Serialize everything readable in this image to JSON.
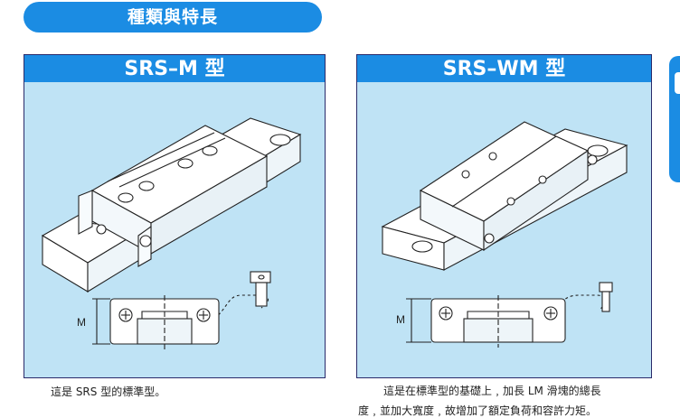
{
  "header": {
    "title": "種類與特長"
  },
  "panels": {
    "left": {
      "title": "SRS–M 型",
      "dimension_label": "M",
      "caption": "這是 SRS 型的標準型。"
    },
    "right": {
      "title": "SRS–WM 型",
      "dimension_label": "M",
      "caption_line1": "這是在標準型的基礎上﹐加長 LM 滑塊的總長",
      "caption_line2": "度﹐並加大寬度﹐故增加了額定負荷和容許力矩。"
    }
  },
  "colors": {
    "accent_blue": "#1b8ce3",
    "panel_bg": "#bfe3f5",
    "drawing_line": "#222222"
  }
}
